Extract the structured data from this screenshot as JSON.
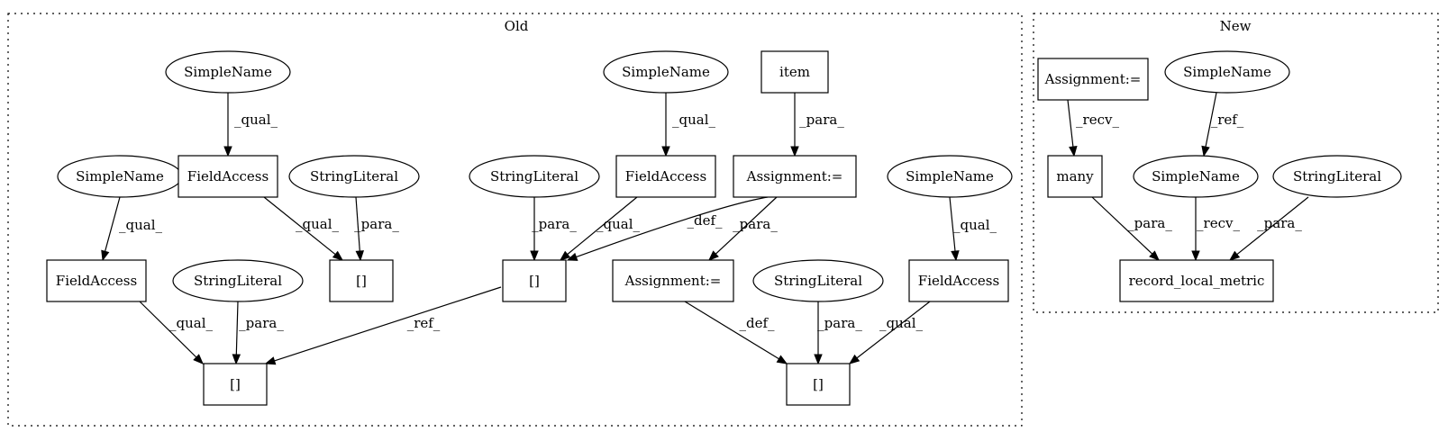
{
  "clusters": [
    {
      "id": "old",
      "label": "Old"
    },
    {
      "id": "new",
      "label": "New"
    }
  ],
  "nodes": [
    {
      "id": "item",
      "label": "item",
      "shape": "box"
    },
    {
      "id": "sn_a",
      "label": "SimpleName",
      "shape": "ellipse"
    },
    {
      "id": "sn_b",
      "label": "SimpleName",
      "shape": "ellipse"
    },
    {
      "id": "sn_c",
      "label": "SimpleName",
      "shape": "ellipse"
    },
    {
      "id": "sn_d",
      "label": "SimpleName",
      "shape": "ellipse"
    },
    {
      "id": "fa_a",
      "label": "FieldAccess",
      "shape": "box"
    },
    {
      "id": "fa_b",
      "label": "FieldAccess",
      "shape": "box"
    },
    {
      "id": "fa_c",
      "label": "FieldAccess",
      "shape": "box"
    },
    {
      "id": "fa_d",
      "label": "FieldAccess",
      "shape": "box"
    },
    {
      "id": "sl_a",
      "label": "StringLiteral",
      "shape": "ellipse"
    },
    {
      "id": "sl_b",
      "label": "StringLiteral",
      "shape": "ellipse"
    },
    {
      "id": "sl_c",
      "label": "StringLiteral",
      "shape": "ellipse"
    },
    {
      "id": "sl_d",
      "label": "StringLiteral",
      "shape": "ellipse"
    },
    {
      "id": "asg_a",
      "label": "Assignment:=",
      "shape": "box"
    },
    {
      "id": "asg_b",
      "label": "Assignment:=",
      "shape": "box"
    },
    {
      "id": "idx_a",
      "label": "[]",
      "shape": "box"
    },
    {
      "id": "idx_b",
      "label": "[]",
      "shape": "box"
    },
    {
      "id": "idx_c",
      "label": "[]",
      "shape": "box"
    },
    {
      "id": "idx_d",
      "label": "[]",
      "shape": "box"
    },
    {
      "id": "n_asg",
      "label": "Assignment:=",
      "shape": "box"
    },
    {
      "id": "n_sn_top",
      "label": "SimpleName",
      "shape": "ellipse"
    },
    {
      "id": "n_many",
      "label": "many",
      "shape": "box"
    },
    {
      "id": "n_sn_mid",
      "label": "SimpleName",
      "shape": "ellipse"
    },
    {
      "id": "n_sl",
      "label": "StringLiteral",
      "shape": "ellipse"
    },
    {
      "id": "n_rlm",
      "label": "record_local_metric",
      "shape": "box"
    }
  ],
  "edges": [
    {
      "from": "sn_a",
      "to": "fa_a",
      "label": "_qual_"
    },
    {
      "from": "sn_b",
      "to": "fa_b",
      "label": "_qual_"
    },
    {
      "from": "item",
      "to": "asg_a",
      "label": "_para_"
    },
    {
      "from": "sn_c",
      "to": "fa_c",
      "label": "_qual_"
    },
    {
      "from": "sn_d",
      "to": "fa_d",
      "label": "_qual_"
    },
    {
      "from": "fa_a",
      "to": "idx_a",
      "label": "_qual_"
    },
    {
      "from": "sl_a",
      "to": "idx_a",
      "label": "_para_"
    },
    {
      "from": "sl_b",
      "to": "idx_b",
      "label": "_para_"
    },
    {
      "from": "fa_b",
      "to": "idx_b",
      "label": "_qual_"
    },
    {
      "from": "asg_a",
      "to": "idx_b",
      "label": "_def_"
    },
    {
      "from": "asg_a",
      "to": "asg_b",
      "label": "_para_"
    },
    {
      "from": "fa_c",
      "to": "idx_c",
      "label": "_qual_"
    },
    {
      "from": "sl_c",
      "to": "idx_c",
      "label": "_para_"
    },
    {
      "from": "idx_b",
      "to": "idx_c",
      "label": "_ref_"
    },
    {
      "from": "asg_b",
      "to": "idx_d",
      "label": "_def_"
    },
    {
      "from": "sl_d",
      "to": "idx_d",
      "label": "_para_"
    },
    {
      "from": "fa_d",
      "to": "idx_d",
      "label": "_qual_"
    },
    {
      "from": "n_asg",
      "to": "n_many",
      "label": "_recv_"
    },
    {
      "from": "n_sn_top",
      "to": "n_sn_mid",
      "label": "_ref_"
    },
    {
      "from": "n_many",
      "to": "n_rlm",
      "label": "_para_"
    },
    {
      "from": "n_sn_mid",
      "to": "n_rlm",
      "label": "_recv_"
    },
    {
      "from": "n_sl",
      "to": "n_rlm",
      "label": "_para_"
    }
  ]
}
